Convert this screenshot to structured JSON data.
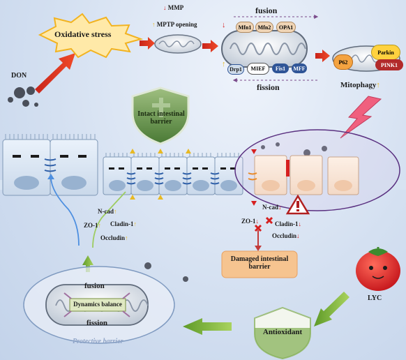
{
  "labels": {
    "don": "DON",
    "oxidative_stress": "Oxidative stress",
    "mmp": "MMP",
    "mptp_opening": "MPTP opening",
    "fusion_top": "fusion",
    "fission_top": "fission",
    "mitophagy": "Mitophagy",
    "intact_barrier_line1": "Intact intestinal",
    "intact_barrier_line2": "barrier",
    "damaged_barrier_line1": "Damaged intestinal",
    "damaged_barrier_line2": "barrier",
    "fusion_bottom": "fusion",
    "fission_bottom": "fission",
    "dynamics_balance": "Dynamics balance",
    "protective_barrier": "Protective barrier",
    "antioxidant": "Antioxidant",
    "lyc": "LYC"
  },
  "proteins": {
    "mfn1": "Mfn1",
    "mfn2": "Mfn2",
    "opa1": "OPA1",
    "drp1": "Drp1",
    "mief": "MIEF",
    "fis1": "Fis1",
    "mff": "MFF",
    "p62": "P62",
    "parkin": "Parkin",
    "pink1": "PINK1"
  },
  "markers_left": {
    "ncad": "N-cad",
    "zo1": "ZO-1",
    "cladin1": "Cladin-1",
    "occludin": "Occludin"
  },
  "markers_right": {
    "ncad": "N-cad",
    "zo1": "ZO-1",
    "cladin1": "Cladin-1",
    "occludin": "Occludin"
  },
  "arrows": {
    "up": "↑",
    "down": "↓"
  },
  "colors": {
    "up_arrow": "#e8b923",
    "down_arrow": "#d62020",
    "flow_arrow_red": "#e02b1c",
    "flow_arrow_green": "#7fb33a",
    "damaged_box": "#f6c490",
    "protein_fusion": "#efd4b5",
    "protein_fission": "#2f5597",
    "p62": "#f4a340",
    "parkin": "#ffd23f",
    "pink1": "#b22a2a"
  }
}
